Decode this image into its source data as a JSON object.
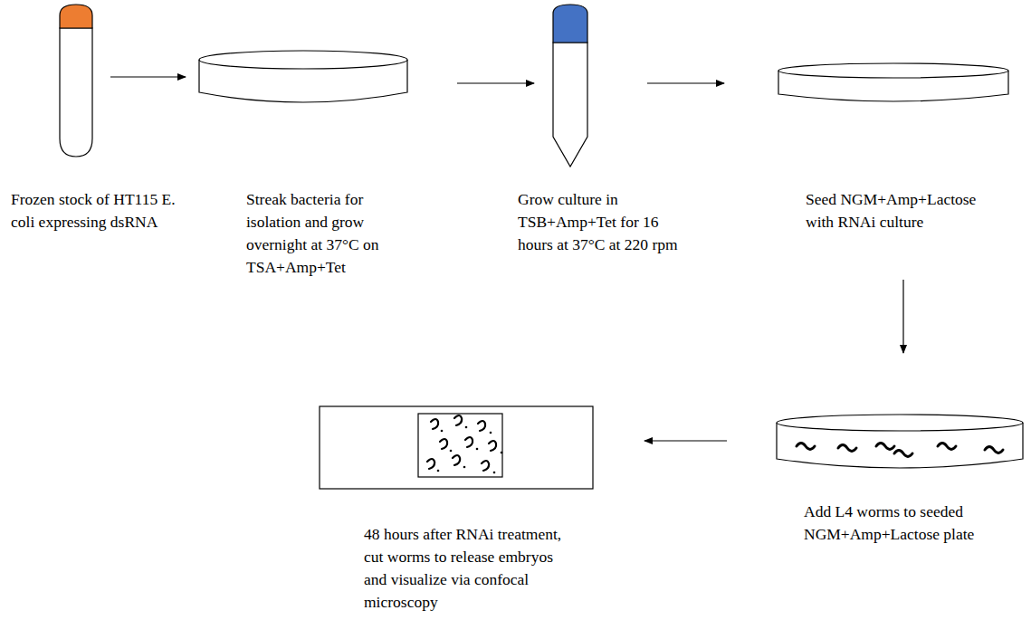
{
  "diagram": {
    "nodes": [
      {
        "text": [
          "Frozen stock of HT115 E. coli expressing dsRNA"
        ]
      },
      {
        "text": [
          "Streak bacteria for isolation and grow overnight at 37°C on TSA+Amp+Tet"
        ]
      },
      {
        "text": [
          "Grow culture in TSB+Amp+Tet for 16 hours at 37°C at 220 rpm"
        ]
      },
      {
        "text": [
          "Seed NGM+Amp+Lactose with RNAi culture"
        ]
      },
      {
        "text": [
          "Add L4 worms to seeded NGM+Amp+Lactose plate"
        ]
      },
      {
        "text": [
          "48 hours after RNAi treatment, cut worms to release embryos and visualize via confocal microscopy"
        ]
      }
    ],
    "edges": [
      {
        "from": 0,
        "to": 1,
        "arrow": "to"
      },
      {
        "from": 1,
        "to": 2,
        "arrow": "to"
      },
      {
        "from": 2,
        "to": 3,
        "arrow": "to"
      },
      {
        "from": 3,
        "to": 4,
        "arrow": "to"
      },
      {
        "from": 4,
        "to": 5,
        "arrow": "to"
      }
    ]
  }
}
